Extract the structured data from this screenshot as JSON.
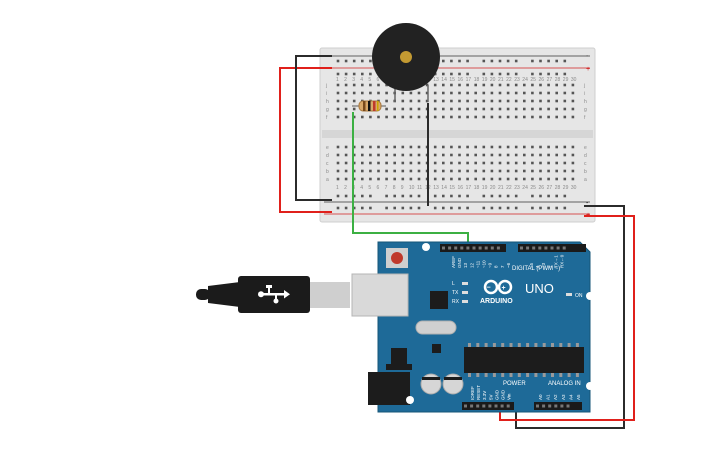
{
  "breadboard": {
    "column_numbers": [
      "1",
      "2",
      "3",
      "4",
      "5",
      "6",
      "7",
      "8",
      "9",
      "10",
      "11",
      "12",
      "13",
      "14",
      "15",
      "16",
      "17",
      "18",
      "19",
      "20",
      "21",
      "22",
      "23",
      "24",
      "25",
      "26",
      "27",
      "28",
      "29",
      "30"
    ],
    "row_letters_top": [
      "j",
      "i",
      "h",
      "g",
      "f"
    ],
    "row_letters_bottom": [
      "e",
      "d",
      "c",
      "b",
      "a"
    ],
    "rail_plus": "+",
    "rail_minus": "-"
  },
  "arduino": {
    "logo": "ARDUINO",
    "model": "UNO",
    "on_label": "ON",
    "digital_label": "DIGITAL (PWM ~)",
    "power_label": "POWER",
    "analog_label": "ANALOG IN",
    "digital_pins": [
      "AREF",
      "GND",
      "13",
      "12",
      "~11",
      "~10",
      "~9",
      "8",
      "7",
      "~6",
      "~5",
      "4",
      "~3",
      "2",
      "TX→1",
      "RX←0"
    ],
    "power_pins": [
      "IOREF",
      "RESET",
      "3.3V",
      "5V",
      "GND",
      "GND",
      "Vin"
    ],
    "analog_pins": [
      "A0",
      "A1",
      "A2",
      "A3",
      "A4",
      "A5"
    ],
    "led_labels": [
      "L",
      "TX",
      "RX"
    ]
  },
  "colors": {
    "wire_red": "#e0201b",
    "wire_black": "#2b2b2b",
    "wire_green": "#3cb043",
    "board_blue": "#1e6a98",
    "breadboard": "#e6e6e6"
  }
}
